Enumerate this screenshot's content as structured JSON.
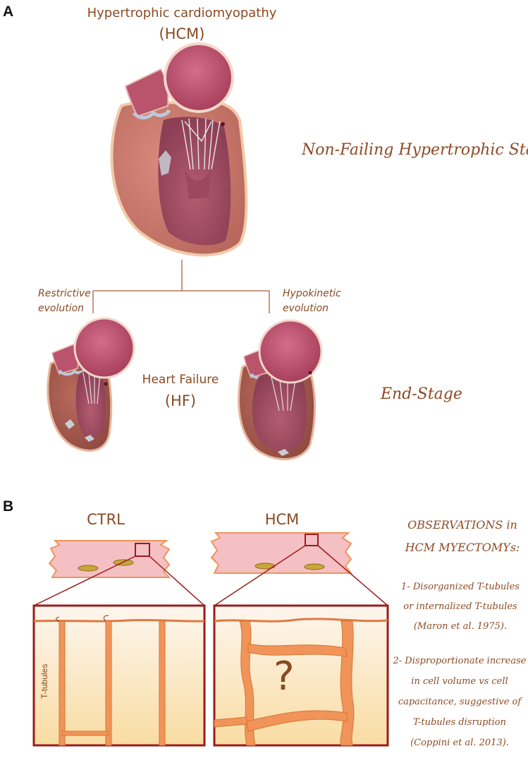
{
  "panel_a": {
    "letter": "A",
    "title_line1": "Hypertrophic cardiomyopathy",
    "title_line2": "(HCM)",
    "stage_top": "Non-Failing Hypertrophic Stage",
    "left_branch_line1": "Restrictive",
    "left_branch_line2": "evolution",
    "right_branch_line1": "Hypokinetic",
    "right_branch_line2": "evolution",
    "hf_line1": "Heart Failure",
    "hf_line2": "(HF)",
    "stage_bottom": "End-Stage"
  },
  "panel_b": {
    "letter": "B",
    "ctrl_label": "CTRL",
    "hcm_label": "HCM",
    "ttubules_label": "T-tubules",
    "question_mark": "?",
    "observations_title_line1": "OBSERVATIONS in",
    "observations_title_line2": "HCM MYECTOMYs:",
    "obs1_line1": "1- Disorganized T-tubules",
    "obs1_line2": "or internalized T-tubules",
    "obs1_line3": "(Maron et al. 1975).",
    "obs2_line1": "2- Disproportionate increase",
    "obs2_line2": "in cell volume vs cell",
    "obs2_line3": "capacitance, suggestive of",
    "obs2_line4": "T-tubules disruption",
    "obs2_line5": "(Coppini et al. 2013)."
  },
  "colors": {
    "text_brown": "#8a4a22",
    "heart_muscle": "#c97a6e",
    "heart_chamber": "#a85469",
    "atrium": "#c45a78",
    "frame_red": "#9a1c1c",
    "tubule_orange": "#f0945a",
    "cell_pink": "#f4c0c4",
    "nucleus_olive": "#c9a63a"
  }
}
